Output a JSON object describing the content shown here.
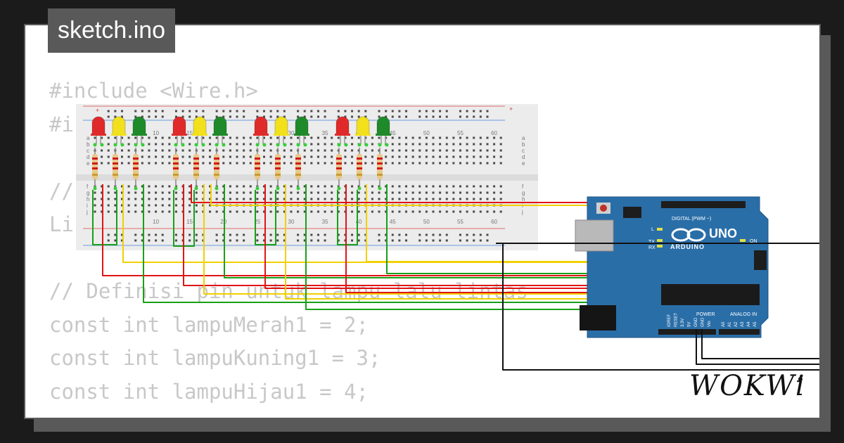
{
  "tab": {
    "title": "sketch.ino"
  },
  "code_lines": [
    "#include <Wire.h>",
    "#i",
    "",
    "//",
    "Li",
    "",
    "// Definisi pin untuk lampu lalu lintas",
    "const int lampuMerah1 = 2;",
    "const int lampuKuning1 = 3;",
    "const int lampuHijau1 = 4;"
  ],
  "breadboard": {
    "column_numbers": [
      "10",
      "15",
      "20",
      "25",
      "30",
      "35",
      "40",
      "45",
      "50",
      "55",
      "60"
    ],
    "row_letters_top": [
      "a",
      "b",
      "c",
      "d",
      "e"
    ],
    "row_letters_bottom": [
      "f",
      "g",
      "h",
      "i",
      "j"
    ],
    "plus_sign": "+"
  },
  "arduino": {
    "logo_text": "ARDUINO",
    "model": "UNO",
    "digital_label": "DIGITAL (PWM ~)",
    "power_label": "POWER",
    "analog_label": "ANALOG IN",
    "on_label": "ON",
    "tx_label": "TX",
    "rx_label": "RX",
    "l_label": "L",
    "power_pins": [
      "IOREF",
      "RESET",
      "3.3V",
      "5V",
      "GND",
      "GND",
      "Vin"
    ],
    "analog_pins": [
      "A0",
      "A1",
      "A2",
      "A3",
      "A4",
      "A5"
    ]
  },
  "leds": [
    "red",
    "yellow",
    "green",
    "red",
    "yellow",
    "green",
    "red",
    "yellow",
    "green",
    "red",
    "yellow",
    "green"
  ],
  "colors": {
    "red_led": "#e02a2a",
    "yellow_led": "#f2e01c",
    "green_led": "#1f8a2a",
    "wire_red": "#e11414",
    "wire_yellow": "#f0d000",
    "wire_green": "#18a018",
    "wire_black": "#111111",
    "board_blue": "#2a6ea8",
    "breadboard": "#ececec"
  },
  "brand": "WOKWi"
}
